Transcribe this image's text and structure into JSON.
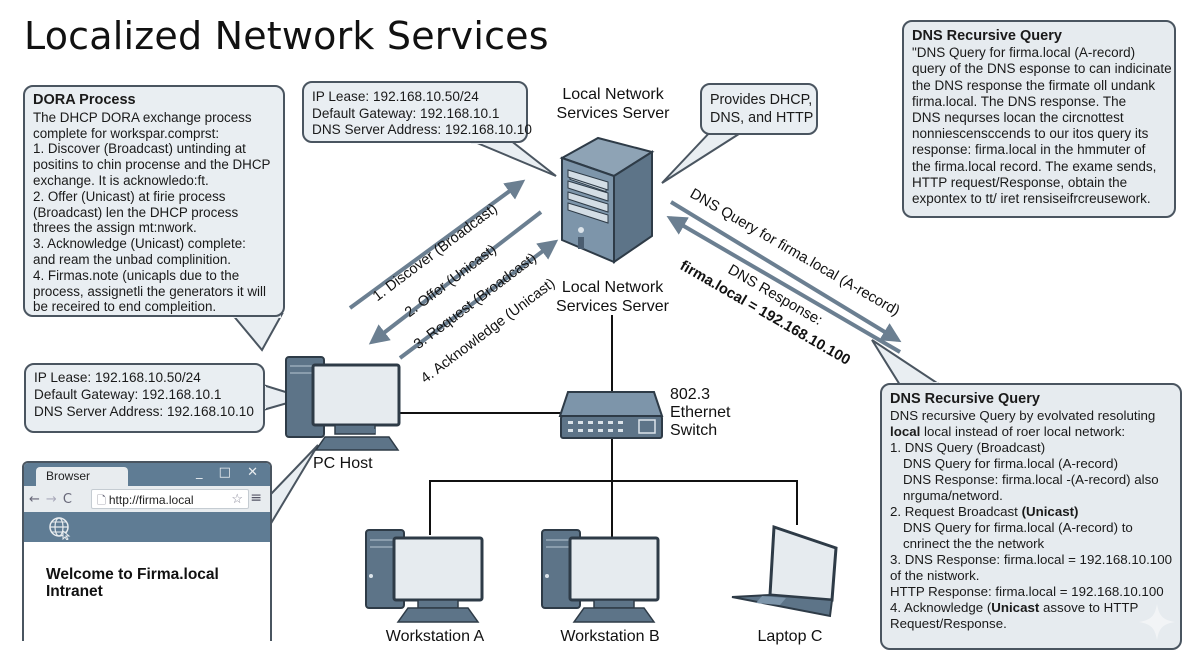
{
  "title": "Localized Network Services",
  "dora_box": {
    "heading": "DORA Process",
    "lines": [
      "The DHCP DORA exchange process",
      "complete for workspar.comprst:",
      "1. Discover (Broadcast) untinding at",
      "positins to chin procense and the DHCP",
      "exchange. It is acknowledo:ft.",
      "2. Offer (Unicast) at firie process",
      "(Broadcast) len the DHCP process",
      "threes the assign mt:nwork.",
      "3. Acknowledge (Unicast) complete:",
      "and ream the unbad complinition.",
      "4. Firmas.note (unicapls due to the",
      "process, assignetli the generators it will",
      "be receired to end compleition."
    ]
  },
  "ip_lease_server": {
    "lines": [
      "IP Lease: 192.168.10.50/24",
      "Default Gateway: 192.168.10.1",
      "DNS Server Address: 192.168.10.10"
    ]
  },
  "server": {
    "label_top": [
      "Local Network",
      "Services Server"
    ],
    "label_bottom": [
      "Local Network",
      "Services Server"
    ]
  },
  "provides_bubble": {
    "lines": [
      "Provides DHCP,",
      "DNS, and HTTP"
    ]
  },
  "dns_top_box": {
    "heading": "DNS Recursive Query",
    "lines": [
      "\"DNS Query for firma.local (A-record)",
      "query of the DNS esponse to can indicinate",
      "the DNS response the firmate oll undank",
      "firma.local. The DNS response. The",
      "DNS nequrses locan the circnottest",
      "nonniescensccends to our itos query its",
      "response: firma.local in the hmmuter of",
      "the firma.local record. The exame sends,",
      "HTTP request/Response, obtain the",
      "expontex to tt/ iret rensiseifrcreusework."
    ]
  },
  "dhcp_arrows": {
    "discover": "1. Discover (Broadcast)",
    "offer": "2. Offer (Unicast)",
    "request": "3. Request (Broadcast)",
    "acknowledge": "4. Acknowledge (Unicast)"
  },
  "dns_arrows": {
    "query": "DNS Query for firma.local (A-record)",
    "response_label": "DNS Response:",
    "response_value": "firma.local = 192.168.10.100"
  },
  "ip_lease_pc": {
    "lines": [
      "IP Lease: 192.168.10.50/24",
      "Default Gateway: 192.168.10.1",
      "DNS Server Address: 192.168.10.10"
    ]
  },
  "switch": {
    "label": [
      "802.3",
      "Ethernet",
      "Switch"
    ]
  },
  "pc_host": {
    "label": "PC Host"
  },
  "browser": {
    "tab_title": "Browser",
    "window_controls": "_ □ ✕",
    "back_icon": "←",
    "forward_icon": "→",
    "reload_icon": "C",
    "url": "http://firma.local",
    "doc_icon": "🗋",
    "star_icon": "☆",
    "menu_icon": "≡",
    "page_heading_lines": [
      "Welcome to Firma.local",
      "Intranet"
    ]
  },
  "clients": {
    "workstation_a": "Workstation A",
    "workstation_b": "Workstation B",
    "laptop_c": "Laptop C"
  },
  "dns_bottom_box": {
    "heading": "DNS Recursive Query",
    "lines": [
      {
        "text": "DNS recursive Query by evolvated resoluting",
        "indent": false,
        "bold_prefix": ""
      },
      {
        "text": " local instead of roer local network:",
        "indent": false,
        "bold_prefix": "local"
      },
      {
        "text": "1. DNS Query (Broadcast)",
        "indent": false,
        "bold_prefix": ""
      },
      {
        "text": "DNS Query for firma.local (A-record)",
        "indent": true,
        "bold_prefix": ""
      },
      {
        "text": "DNS Response: firma.local -(A-record) also",
        "indent": true,
        "bold_prefix": ""
      },
      {
        "text": "nrguma/netword.",
        "indent": true,
        "bold_prefix": ""
      },
      {
        "text": "2. Request Broadcast ",
        "indent": false,
        "bold_prefix": "",
        "bold_suffix": "(Unicast)"
      },
      {
        "text": "DNS Query for firma.local (A-record) to",
        "indent": true,
        "bold_prefix": ""
      },
      {
        "text": "cnrinect the the network",
        "indent": true,
        "bold_prefix": ""
      },
      {
        "text": "3. DNS Response: firma.local = 192.168.10.100",
        "indent": false,
        "bold_prefix": ""
      },
      {
        "text": "of the nistwork.",
        "indent": false,
        "bold_prefix": ""
      },
      {
        "text": "HTTP Response: firma.local = 192.168.10.100",
        "indent": false,
        "bold_prefix": ""
      },
      {
        "text": "4. Acknowledge (",
        "indent": false,
        "bold_prefix": "",
        "bold_suffix": "Unicast",
        "tail": " assove to HTTP"
      },
      {
        "text": "Request/Response.",
        "indent": false,
        "bold_prefix": ""
      }
    ]
  },
  "colors": {
    "device_fill": "#5f7c94",
    "device_dark": "#3e5266",
    "arrow": "#6b7f91",
    "bubble_fill": "#e9eef2",
    "bubble_border": "#4a5560",
    "line": "#111111"
  }
}
